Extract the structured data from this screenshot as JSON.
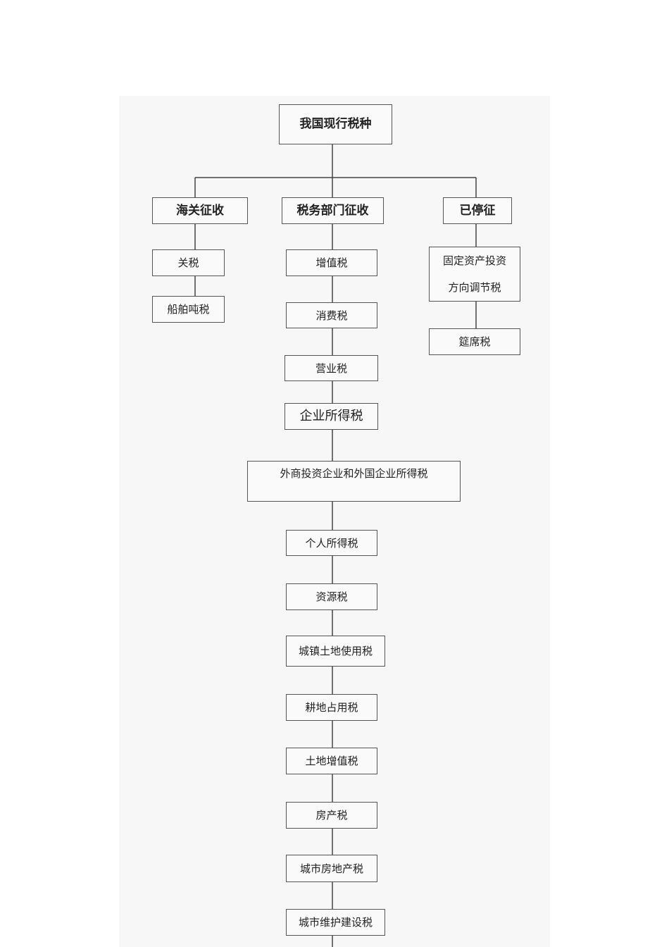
{
  "root": "我国现行税种",
  "branches": [
    {
      "key": "customs",
      "title": "海关征收",
      "items": [
        "关税",
        "船舶吨税"
      ]
    },
    {
      "key": "tax",
      "title": "税务部门征收",
      "items": [
        "增值税",
        "消费税",
        "营业税",
        "企业所得税",
        "外商投资企业和外国企业所得税",
        "个人所得税",
        "资源税",
        "城镇土地使用税",
        "耕地占用税",
        "土地增值税",
        "房产税",
        "城市房地产税",
        "城市维护建设税"
      ]
    },
    {
      "key": "stopped",
      "title": "已停征",
      "items": [
        "固定资产投资方向调节税",
        "筵席税"
      ],
      "item0_lines": [
        "固定资产投资",
        "方向调节税"
      ]
    }
  ]
}
